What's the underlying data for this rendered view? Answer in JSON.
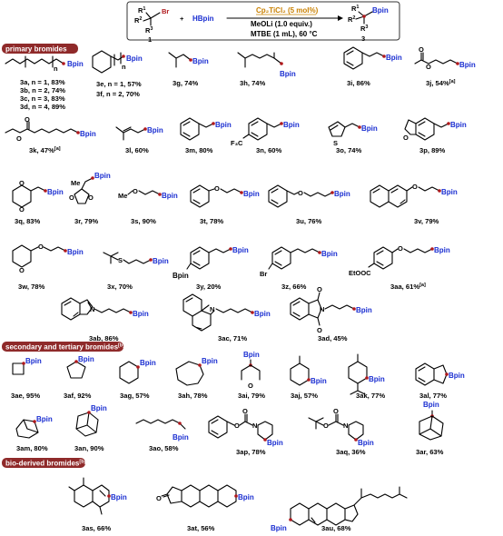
{
  "reaction": {
    "r1": "R",
    "r1_sup": "1",
    "r2": "R",
    "r2_sup": "2",
    "r3": "R",
    "r3_sup": "3",
    "br": "Br",
    "plus": "+",
    "hbpin": "HBpin",
    "catalyst": "Cp₂TiCl₂ (5 mol%)",
    "base": "MeOLi (1.0 equiv.)",
    "solvent": "MTBE (1 mL), 60 °C",
    "substrate_num": "1",
    "product_num": "3",
    "bpin": "Bpin"
  },
  "sections": {
    "primary": "primary bromides",
    "secondary": "secondary and tertiary bromides",
    "secondary_sup": "[b]",
    "bio": "bio-derived bromides",
    "bio_sup": "[b]"
  },
  "atoms": {
    "O": "O",
    "S": "S",
    "N": "N",
    "Me": "Me",
    "F3C": "F₃C",
    "Br": "Br",
    "EtOOC": "EtOOC",
    "n": "n"
  },
  "labels": {
    "bpin": "Bpin",
    "3a": "3a, n = 1, 83%",
    "3b": "3b, n = 2, 74%",
    "3c": "3c, n = 3, 83%",
    "3d": "3d, n = 4, 89%",
    "3e": "3e, n = 1, 57%",
    "3f": "3f,   n = 2, 70%",
    "3g": "3g, 74%",
    "3h": "3h, 74%",
    "3i": "3i, 86%",
    "3j": "3j, 54%",
    "3j_sup": "[a]",
    "3k": "3k, 47%",
    "3k_sup": "[a]",
    "3l": "3l, 60%",
    "3m": "3m, 80%",
    "3n": "3n, 60%",
    "3o": "3o, 74%",
    "3p": "3p, 89%",
    "3q": "3q, 83%",
    "3r": "3r, 79%",
    "3s": "3s, 90%",
    "3t": "3t, 78%",
    "3u": "3u, 76%",
    "3v": "3v, 79%",
    "3w": "3w, 78%",
    "3x": "3x, 70%",
    "3y": "3y, 20%",
    "3z": "3z, 66%",
    "3aa": "3aa, 61%",
    "3aa_sup": "[a]",
    "3ab": "3ab, 86%",
    "3ac": "3ac, 71%",
    "3ad": "3ad, 45%",
    "3ae": "3ae, 95%",
    "3af": "3af, 92%",
    "3ag": "3ag, 57%",
    "3ah": "3ah, 78%",
    "3ai": "3ai, 79%",
    "3aj": "3aj, 57%",
    "3ak": "3ak, 77%",
    "3al": "3al, 77%",
    "3am": "3am, 80%",
    "3an": "3an, 90%",
    "3ao": "3ao, 58%",
    "3ap": "3ap, 78%",
    "3aq": "3aq, 36%",
    "3ar": "3ar, 63%",
    "3as": "3as, 66%",
    "3at": "3at, 56%",
    "3au": "3au, 68%"
  }
}
